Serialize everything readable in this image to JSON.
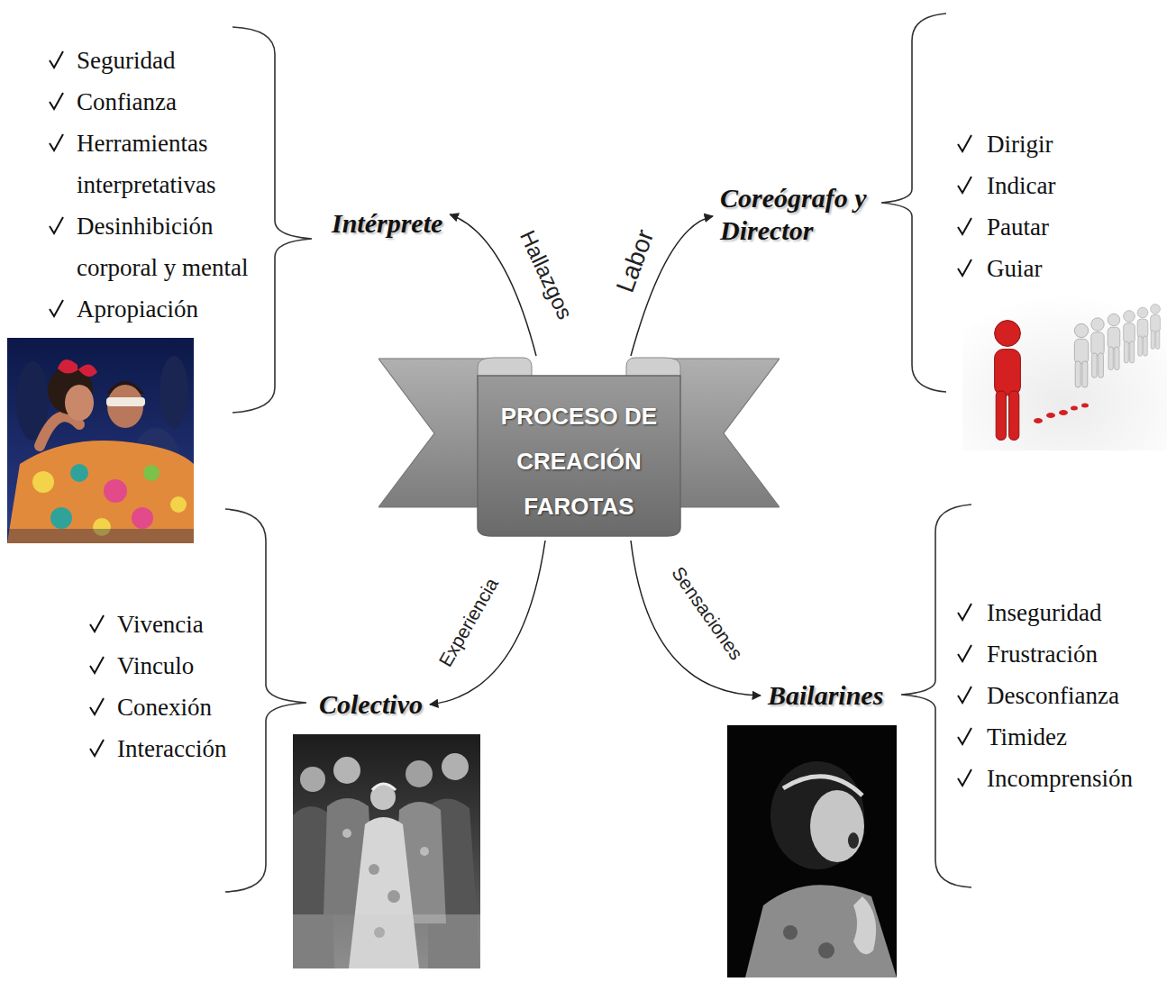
{
  "diagram": {
    "nodes": [
      {
        "text": [
          "PROCESO DE CREACIÓN FAROTAS"
        ]
      },
      {
        "text": [
          "Intérprete"
        ]
      },
      {
        "text": [
          "Coreógrafo y Director"
        ]
      },
      {
        "text": [
          "Colectivo"
        ]
      },
      {
        "text": [
          "Bailarines"
        ]
      }
    ],
    "edges": [
      {
        "from": 0,
        "to": 1,
        "label": "Hallazgos",
        "arrow": "to"
      },
      {
        "from": 0,
        "to": 2,
        "label": "Labor",
        "arrow": "to"
      },
      {
        "from": 0,
        "to": 3,
        "label": "Experiencia",
        "arrow": "to"
      },
      {
        "from": 0,
        "to": 4,
        "label": "Sensaciones",
        "arrow": "to"
      }
    ],
    "labels": [
      "Seguridad",
      "Confianza",
      "Herramientas interpretativas",
      "Desinhibición corporal y mental",
      "Apropiación",
      "Dirigir",
      "Indicar",
      "Pautar",
      "Guiar",
      "Vivencia",
      "Vinculo",
      "Conexión",
      "Interacción",
      "Inseguridad",
      "Frustración",
      "Desconfianza",
      "Timidez",
      "Incomprensión"
    ]
  }
}
